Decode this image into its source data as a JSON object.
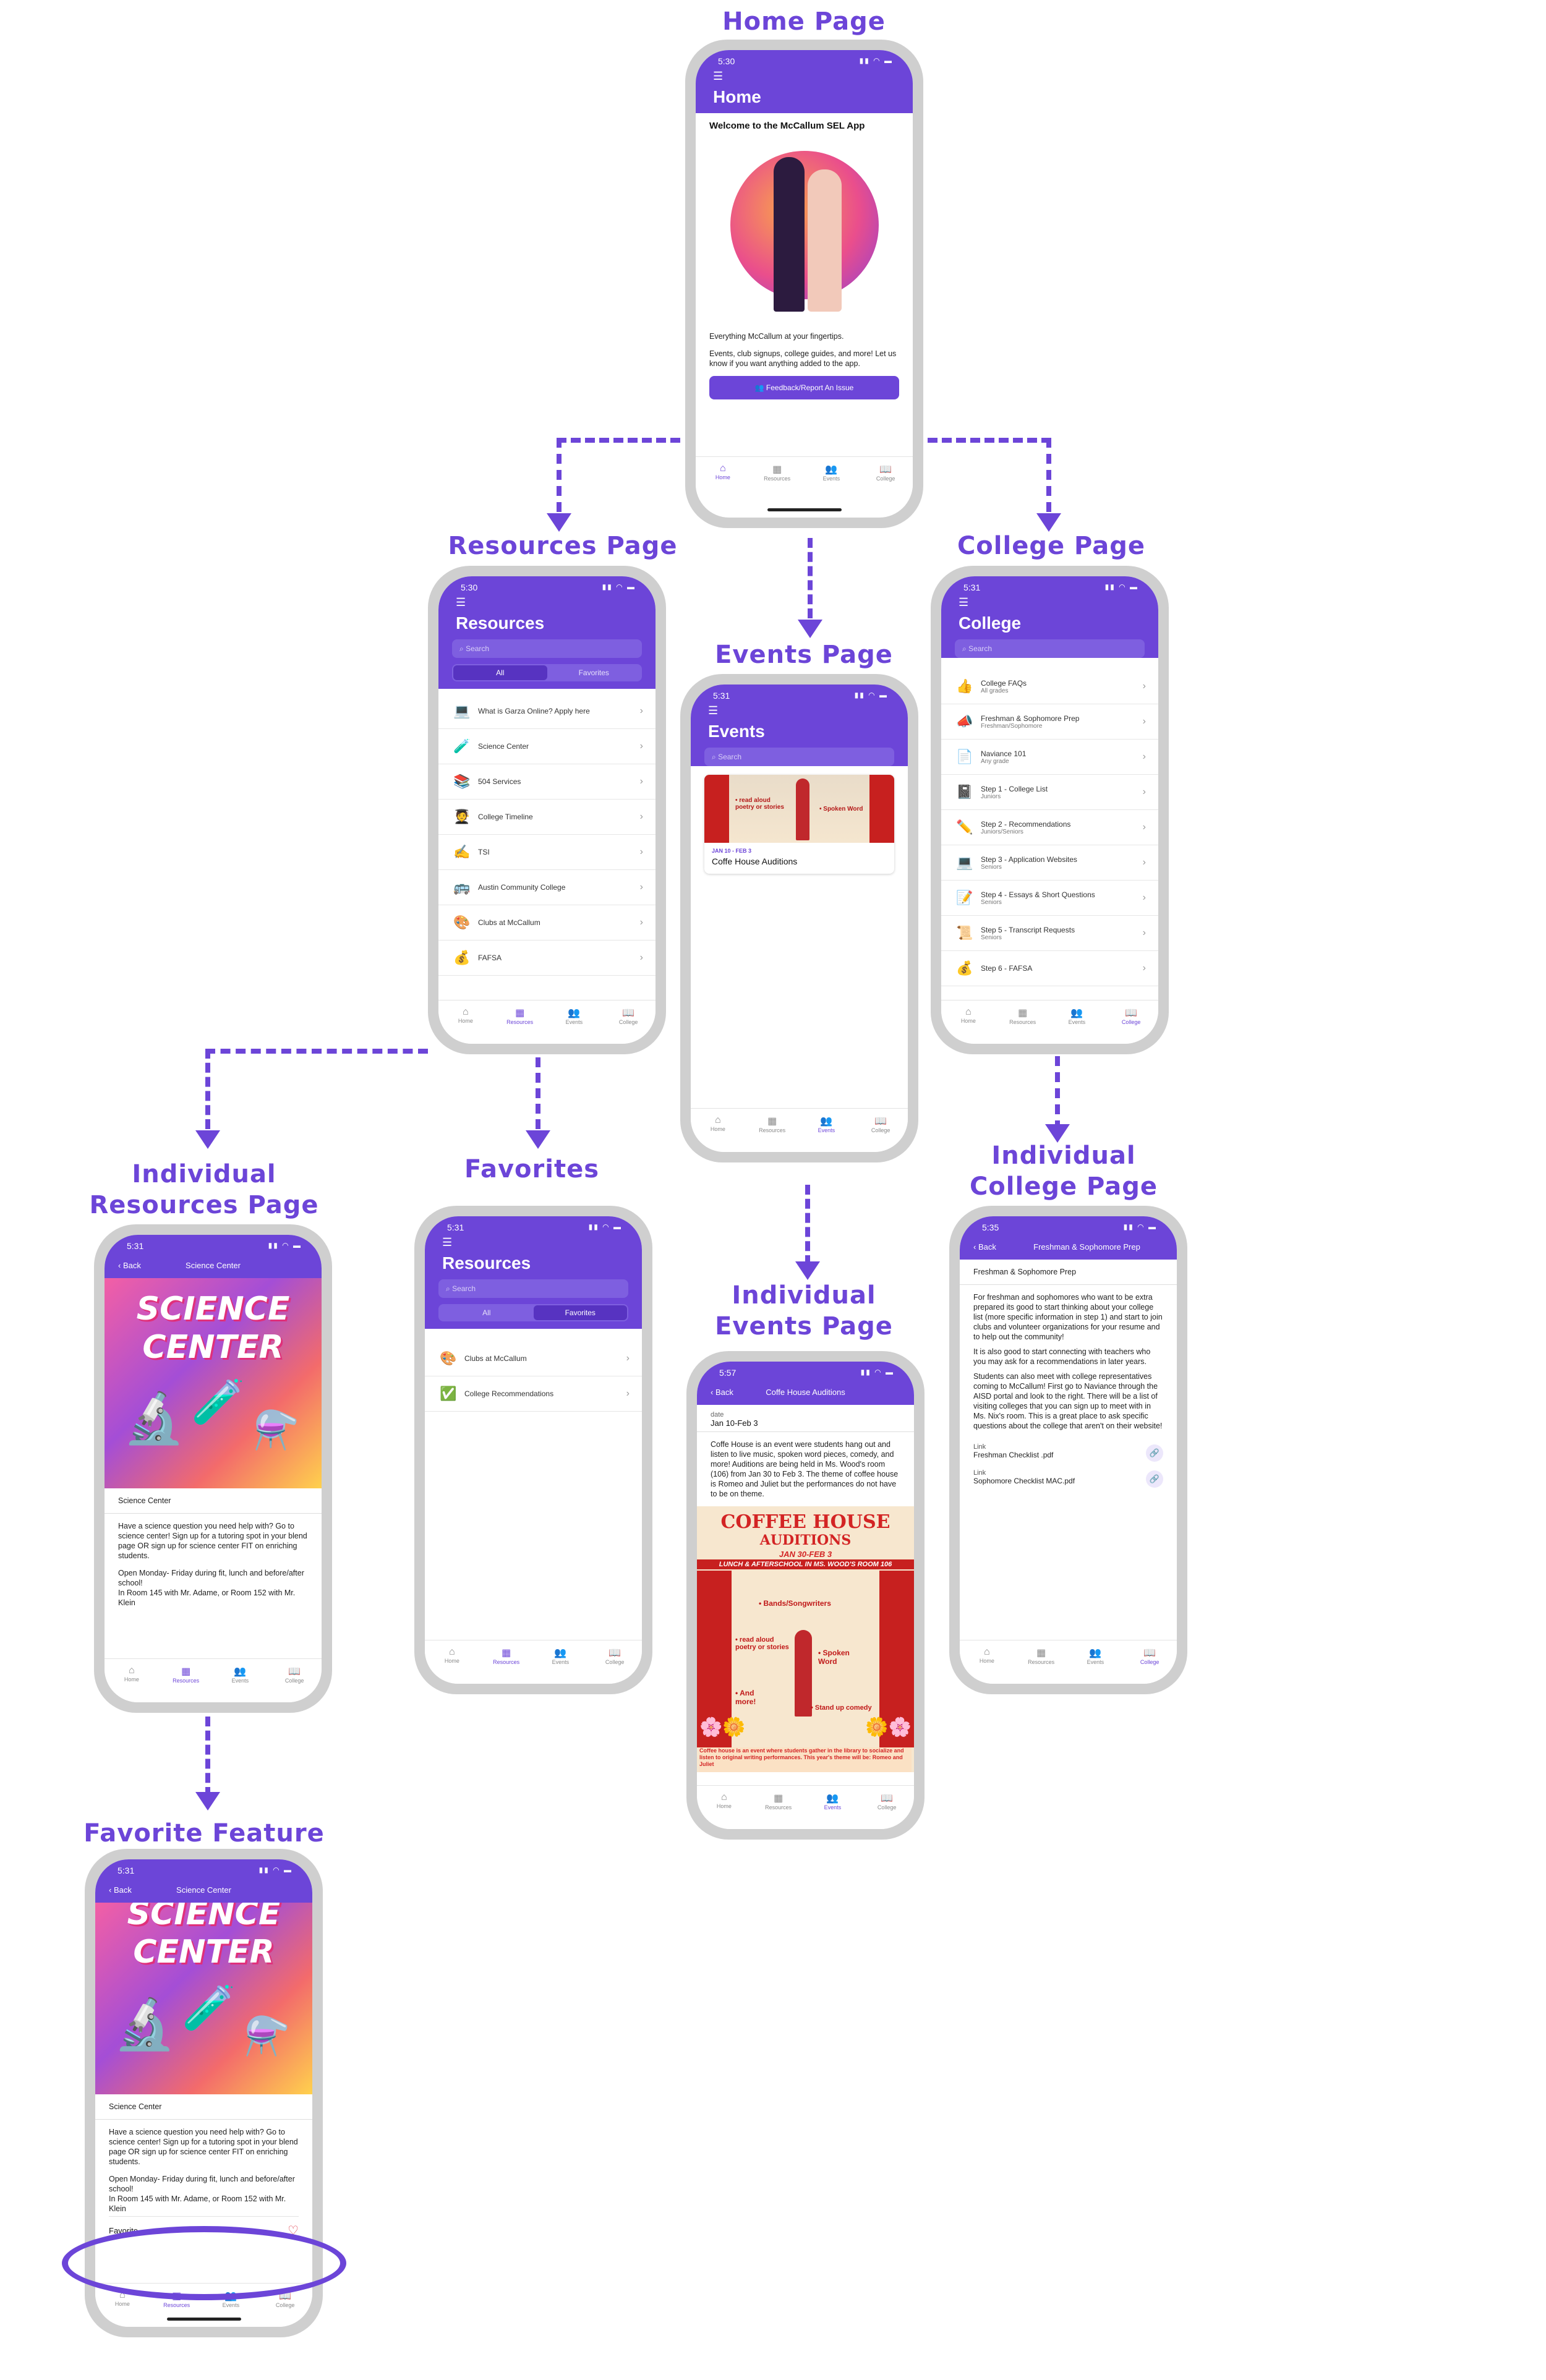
{
  "titles": {
    "home": "Home Page",
    "resources": "Resources Page",
    "events": "Events Page",
    "college": "College Page",
    "individual_resources_1": "Individual",
    "individual_resources_2": "Resources Page",
    "favorites": "Favorites",
    "individual_events_1": "Individual",
    "individual_events_2": "Events Page",
    "individual_college_1": "Individual",
    "individual_college_2": "College Page",
    "favorite_feature": "Favorite Feature"
  },
  "tabs": {
    "home": "Home",
    "resources": "Resources",
    "events": "Events",
    "college": "College"
  },
  "home": {
    "time": "5:30",
    "title": "Home",
    "welcome": "Welcome to the McCallum SEL App",
    "tagline": "Everything McCallum at your fingertips.",
    "description": "Events, club signups, college guides, and more! Let us know if you want anything added to the app.",
    "feedback_button": "Feedback/Report An Issue"
  },
  "resources": {
    "time": "5:30",
    "title": "Resources",
    "search_placeholder": "Search",
    "seg_all": "All",
    "seg_favorites": "Favorites",
    "items": [
      {
        "icon": "computer-icon",
        "glyph": "💻",
        "label": "What is Garza Online? Apply here"
      },
      {
        "icon": "test-tube-icon",
        "glyph": "🧪",
        "label": "Science Center"
      },
      {
        "icon": "books-icon",
        "glyph": "📚",
        "label": "504 Services"
      },
      {
        "icon": "graduate-icon",
        "glyph": "🧑‍🎓",
        "label": "College Timeline"
      },
      {
        "icon": "writing-hand-icon",
        "glyph": "✍️",
        "label": "TSI"
      },
      {
        "icon": "school-bus-icon",
        "glyph": "🚌",
        "label": "Austin Community College"
      },
      {
        "icon": "palette-icon",
        "glyph": "🎨",
        "label": "Clubs at McCallum"
      },
      {
        "icon": "money-bag-icon",
        "glyph": "💰",
        "label": "FAFSA"
      }
    ]
  },
  "events": {
    "time": "5:31",
    "title": "Events",
    "search_placeholder": "Search",
    "card_date": "JAN 10 - FEB 3",
    "card_title": "Coffe House Auditions",
    "banner_left": "• read aloud poetry or stories",
    "banner_right": "• Spoken Word"
  },
  "college": {
    "time": "5:31",
    "title": "College",
    "search_placeholder": "Search",
    "items": [
      {
        "icon": "thumbs-up-icon",
        "glyph": "👍",
        "label": "College FAQs",
        "sub": "All grades"
      },
      {
        "icon": "megaphone-icon",
        "glyph": "📣",
        "label": "Freshman & Sophomore Prep",
        "sub": "Freshman/Sophomore"
      },
      {
        "icon": "page-icon",
        "glyph": "📄",
        "label": "Naviance 101",
        "sub": "Any grade"
      },
      {
        "icon": "notebook-icon",
        "glyph": "📓",
        "label": "Step 1 - College List",
        "sub": "Juniors"
      },
      {
        "icon": "pencil-icon",
        "glyph": "✏️",
        "label": "Step 2 - Recommendations",
        "sub": "Juniors/Seniors"
      },
      {
        "icon": "laptop-icon",
        "glyph": "💻",
        "label": "Step 3 - Application Websites",
        "sub": "Seniors"
      },
      {
        "icon": "memo-icon",
        "glyph": "📝",
        "label": "Step 4 - Essays & Short Questions",
        "sub": "Seniors"
      },
      {
        "icon": "scroll-icon",
        "glyph": "📜",
        "label": "Step 5 - Transcript Requests",
        "sub": "Seniors"
      },
      {
        "icon": "money-bag-icon",
        "glyph": "💰",
        "label": "Step 6 - FAFSA",
        "sub": ""
      }
    ]
  },
  "ind_resource": {
    "time": "5:31",
    "back": "Back",
    "nav_title": "Science Center",
    "banner_line1": "SCIENCE",
    "banner_line2": "CENTER",
    "section": "Science Center",
    "desc": "Have a science question you need help with? Go to science center! Sign up for a tutoring spot in your blend page OR sign up for science center FIT on enriching students.",
    "hours": "Open Monday- Friday during fit, lunch and before/after school!",
    "room": "In Room 145 with Mr. Adame, or Room 152 with Mr. Klein"
  },
  "favorites": {
    "time": "5:31",
    "title": "Resources",
    "search_placeholder": "Search",
    "seg_all": "All",
    "seg_favorites": "Favorites",
    "items": [
      {
        "icon": "palette-icon",
        "glyph": "🎨",
        "label": "Clubs at McCallum"
      },
      {
        "icon": "check-mark-icon",
        "glyph": "✅",
        "label": "College Recommendations"
      }
    ]
  },
  "ind_event": {
    "time": "5:57",
    "back": "Back",
    "nav_title": "Coffe House Auditions",
    "date_label": "date",
    "date_value": "Jan 10-Feb 3",
    "desc": "Coffe House is an event were students hang out and listen to live music, spoken word pieces, comedy, and more! Auditions are being held in Ms. Wood's room (106) from Jan 30 to Feb 3. The theme of coffee house is Romeo and Juliet but the performances do not have to be on theme.",
    "poster_title": "COFFEE HOUSE",
    "poster_sub": "AUDITIONS",
    "poster_dates": "JAN 30-FEB 3",
    "poster_where": "LUNCH & AFTERSCHOOL IN MS. WOOD'S ROOM 106",
    "bands": "• Bands/Songwriters",
    "read": "• read aloud poetry or stories",
    "spoken": "• Spoken Word",
    "more": "• And more!",
    "comedy": "• Stand up comedy",
    "footer": "Coffee house is an event where students gather in the library to socialize and listen to original writing performances. This year's theme will be: Romeo and Juliet"
  },
  "ind_college": {
    "time": "5:35",
    "back": "Back",
    "nav_title": "Freshman & Sophomore Prep",
    "heading": "Freshman & Sophomore Prep",
    "p1": "For freshman and sophomores who want to be extra prepared its good to start thinking about your college list (more specific information in step 1) and start to join clubs and volunteer organizations for your resume and to help out the community!",
    "p2": "It is also good to start connecting with teachers who you may ask for a recommendations in later years.",
    "p3": "Students can also meet with college representatives coming to McCallum! First go to Naviance through the AISD portal and look to the right. There will be a list of visiting colleges that you can sign up to meet with in Ms. Nix's room. This is a great place to ask specific questions about the college that aren't on their website!",
    "link_label": "Link",
    "link1": "Freshman Checklist .pdf",
    "link2": "Sophomore Checklist MAC.pdf"
  },
  "fav_feature": {
    "time": "5:31",
    "back": "Back",
    "nav_title": "Science Center",
    "favorite_label": "Favorite"
  },
  "colors": {
    "accent": "#6c45d8",
    "frame": "#cfcfcf"
  }
}
